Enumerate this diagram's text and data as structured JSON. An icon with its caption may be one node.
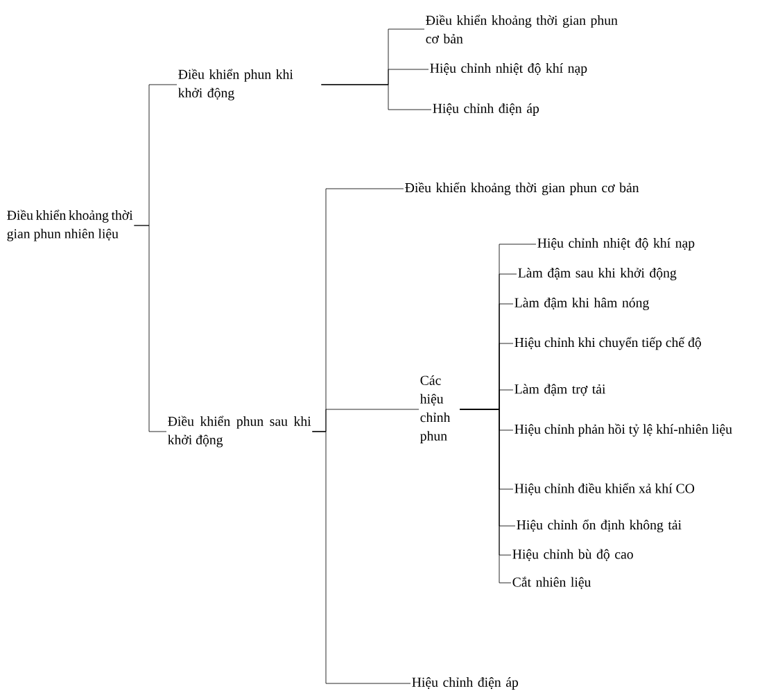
{
  "diagram": {
    "nodes": [
      {
        "text": [
          "Điều khiển khoảng thời gian phun nhiên liệu"
        ]
      },
      {
        "text": [
          "Điều khiển phun khi khởi động"
        ]
      },
      {
        "text": [
          "Điều khiển khoảng thời gian phun cơ bản"
        ]
      },
      {
        "text": [
          "Hiệu chỉnh nhiệt độ khí nạp"
        ]
      },
      {
        "text": [
          "Hiệu chỉnh điện áp"
        ]
      },
      {
        "text": [
          "Điều khiển phun sau khi khởi động"
        ]
      },
      {
        "text": [
          "Điều khiển khoảng thời gian phun cơ bản"
        ]
      },
      {
        "text": [
          "Các hiệu chỉnh phun"
        ]
      },
      {
        "text": [
          "Hiệu chỉnh nhiệt độ khí nạp"
        ]
      },
      {
        "text": [
          "Làm đậm sau khi khởi động"
        ]
      },
      {
        "text": [
          "Làm đậm khi hâm nóng"
        ]
      },
      {
        "text": [
          "Hiệu chỉnh khi chuyển tiếp chế độ"
        ]
      },
      {
        "text": [
          "Làm đậm trợ tải"
        ]
      },
      {
        "text": [
          "Hiệu chỉnh phản hồi tỷ lệ khí-nhiên liệu"
        ]
      },
      {
        "text": [
          "Hiệu chỉnh điều khiển xả khí CO"
        ]
      },
      {
        "text": [
          "Hiệu chỉnh ổn định không tải"
        ]
      },
      {
        "text": [
          "Hiệu chỉnh bù độ cao"
        ]
      },
      {
        "text": [
          "Cắt nhiên liệu"
        ]
      },
      {
        "text": [
          "Hiệu chỉnh điện áp"
        ]
      }
    ],
    "edges": [
      {
        "from": 0,
        "to": 1,
        "arrow": "none"
      },
      {
        "from": 0,
        "to": 5,
        "arrow": "none"
      },
      {
        "from": 1,
        "to": 2,
        "arrow": "none"
      },
      {
        "from": 1,
        "to": 3,
        "arrow": "none"
      },
      {
        "from": 1,
        "to": 4,
        "arrow": "none"
      },
      {
        "from": 5,
        "to": 6,
        "arrow": "none"
      },
      {
        "from": 5,
        "to": 7,
        "arrow": "none"
      },
      {
        "from": 5,
        "to": 18,
        "arrow": "none"
      },
      {
        "from": 7,
        "to": 8,
        "arrow": "none"
      },
      {
        "from": 7,
        "to": 9,
        "arrow": "none"
      },
      {
        "from": 7,
        "to": 10,
        "arrow": "none"
      },
      {
        "from": 7,
        "to": 11,
        "arrow": "none"
      },
      {
        "from": 7,
        "to": 12,
        "arrow": "none"
      },
      {
        "from": 7,
        "to": 13,
        "arrow": "none"
      },
      {
        "from": 7,
        "to": 14,
        "arrow": "none"
      },
      {
        "from": 7,
        "to": 15,
        "arrow": "none"
      },
      {
        "from": 7,
        "to": 16,
        "arrow": "none"
      },
      {
        "from": 7,
        "to": 17,
        "arrow": "none"
      }
    ]
  }
}
